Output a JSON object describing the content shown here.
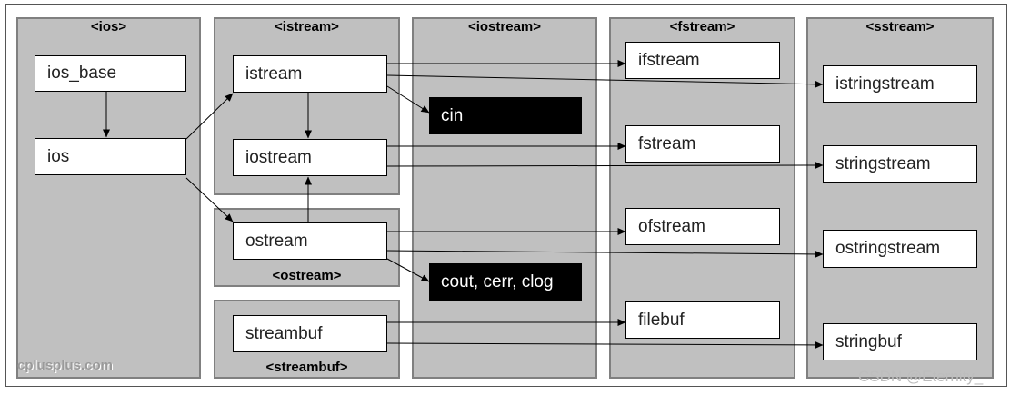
{
  "panels": {
    "ios": "<ios>",
    "istream": "<istream>",
    "iostream": "<iostream>",
    "fstream": "<fstream>",
    "sstream": "<sstream>",
    "ostream": "<ostream>",
    "streambuf": "<streambuf>"
  },
  "nodes": {
    "ios_base": "ios_base",
    "ios": "ios",
    "istream": "istream",
    "iostream": "iostream",
    "ostream": "ostream",
    "streambuf": "streambuf",
    "cin": "cin",
    "cout": "cout, cerr, clog",
    "ifstream": "ifstream",
    "fstream": "fstream",
    "ofstream": "ofstream",
    "filebuf": "filebuf",
    "istringstream": "istringstream",
    "stringstream": "stringstream",
    "ostringstream": "ostringstream",
    "stringbuf": "stringbuf"
  },
  "watermarks": {
    "source": "cplusplus.com",
    "credit": "CSDN @Eternity_"
  }
}
